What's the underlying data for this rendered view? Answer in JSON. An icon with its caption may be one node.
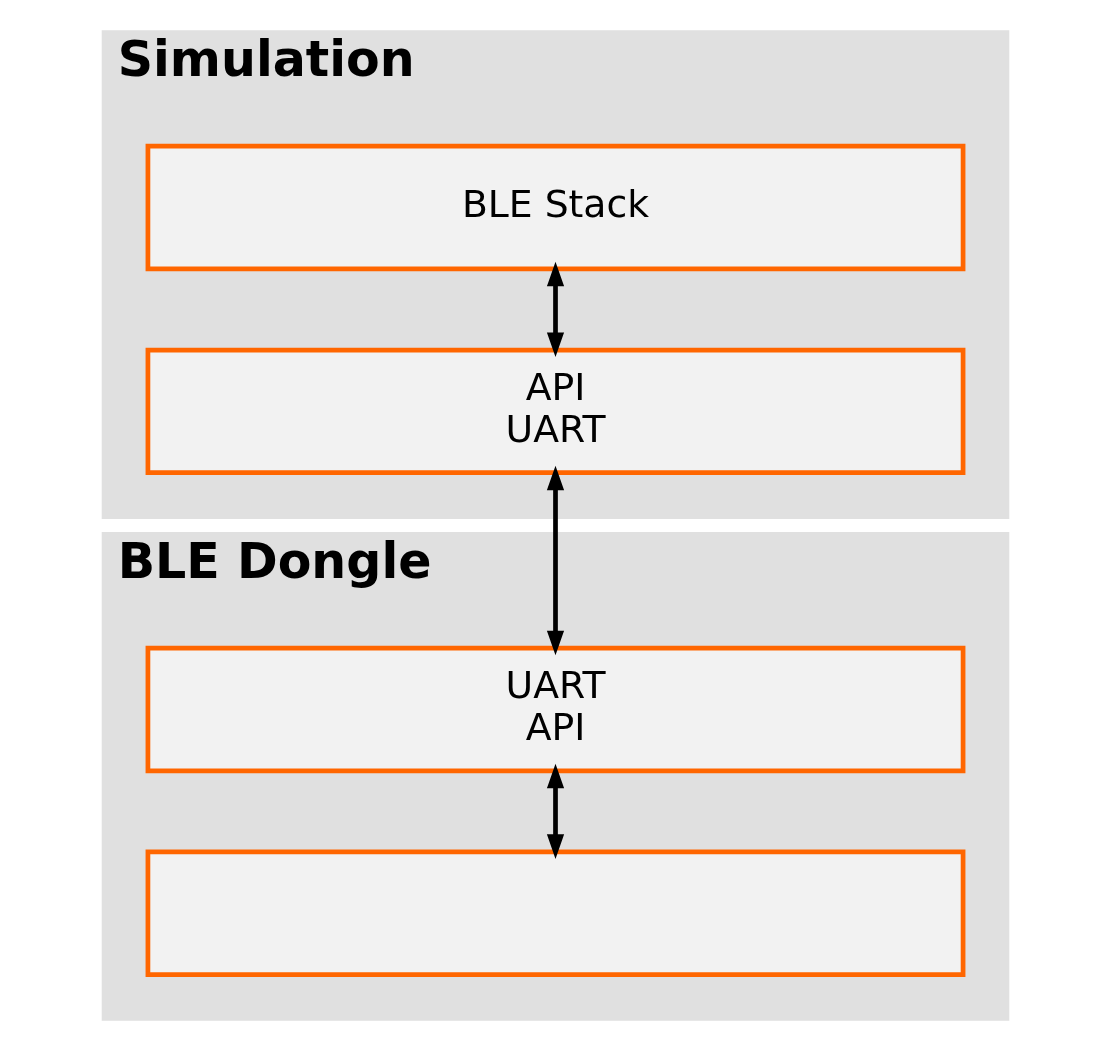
{
  "diagram": {
    "nodes": [
      {
        "text": [
          "Simulation"
        ]
      },
      {
        "text": [
          "BLE Stack"
        ],
        "in": 0
      },
      {
        "text": [
          "API",
          "UART"
        ],
        "in": 0
      },
      {
        "text": [
          "BLE Dongle"
        ]
      },
      {
        "text": [
          "UART",
          "API"
        ],
        "in": 3
      },
      {
        "text": [],
        "shape": "box",
        "in": 3
      }
    ],
    "edges": [
      {
        "from": 1,
        "to": 2,
        "arrow": "both"
      },
      {
        "from": 2,
        "to": 4,
        "arrow": "both"
      },
      {
        "from": 4,
        "to": 5,
        "arrow": "both"
      }
    ]
  }
}
